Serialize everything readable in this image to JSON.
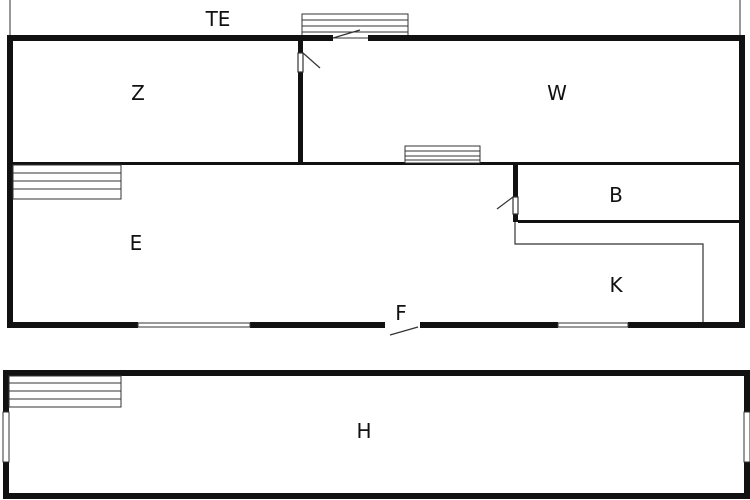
{
  "plan": {
    "colors": {
      "wall": "#111111",
      "background": "#ffffff",
      "line": "#333333"
    },
    "labels": {
      "terrace": "TE",
      "room_z": "Z",
      "room_w": "W",
      "room_b": "B",
      "room_e": "E",
      "room_k": "K",
      "entrance_f": "F",
      "room_h": "H"
    }
  }
}
